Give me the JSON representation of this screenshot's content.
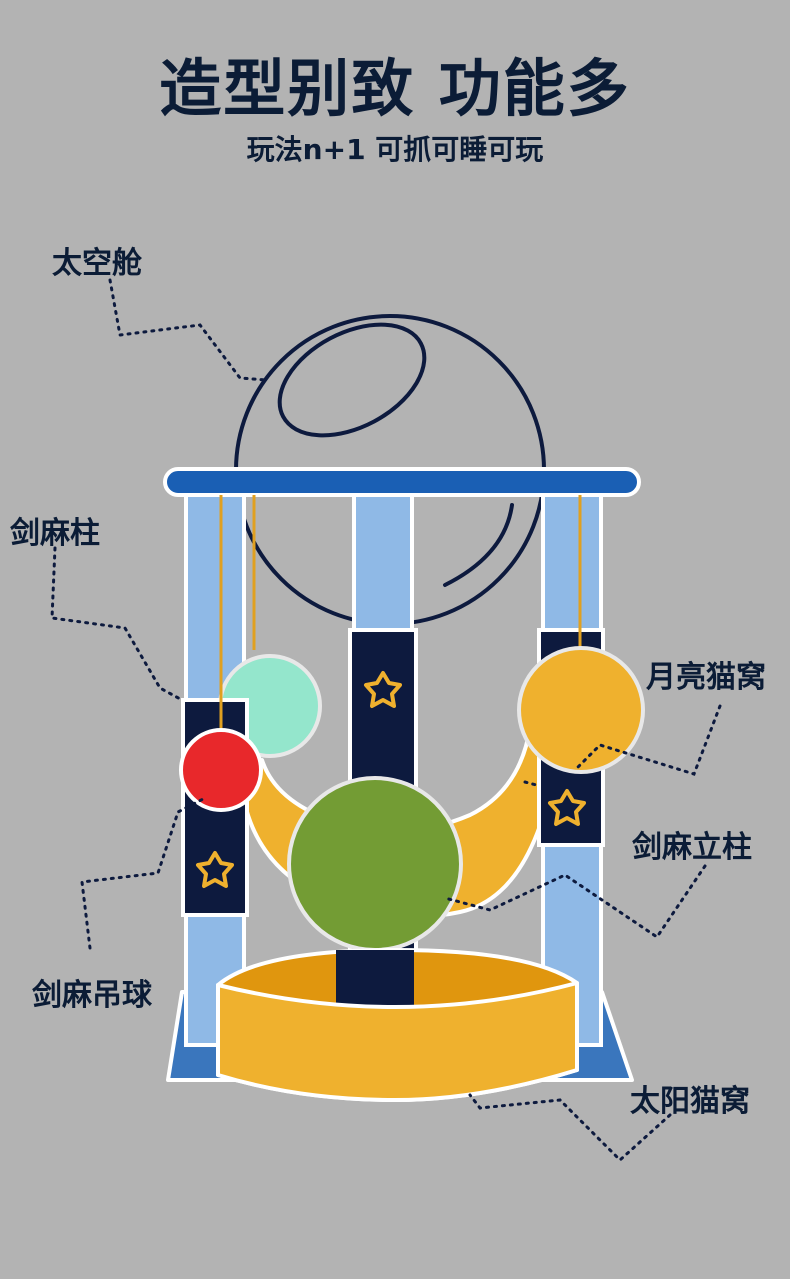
{
  "header": {
    "title": "造型别致 功能多",
    "subtitle": "玩法n+1 可抓可睡可玩"
  },
  "labels": {
    "space_capsule": "太空舱",
    "sisal_post": "剑麻柱",
    "moon_nest": "月亮猫窝",
    "sisal_standing_post": "剑麻立柱",
    "sisal_hanging_ball": "剑麻吊球",
    "sun_nest": "太阳猫窝"
  },
  "colors": {
    "background": "#b3b3b3",
    "navy": "#0d1a3e",
    "top_bar": "#1a5fb4",
    "light_blue_post": "#8fb9e6",
    "base_blue": "#3a76bd",
    "yellow": "#efb12e",
    "dark_yellow": "#e0960e",
    "mint": "#94e6cc",
    "red": "#e8282b",
    "green": "#739c34",
    "orange_cord": "#e0a020"
  }
}
